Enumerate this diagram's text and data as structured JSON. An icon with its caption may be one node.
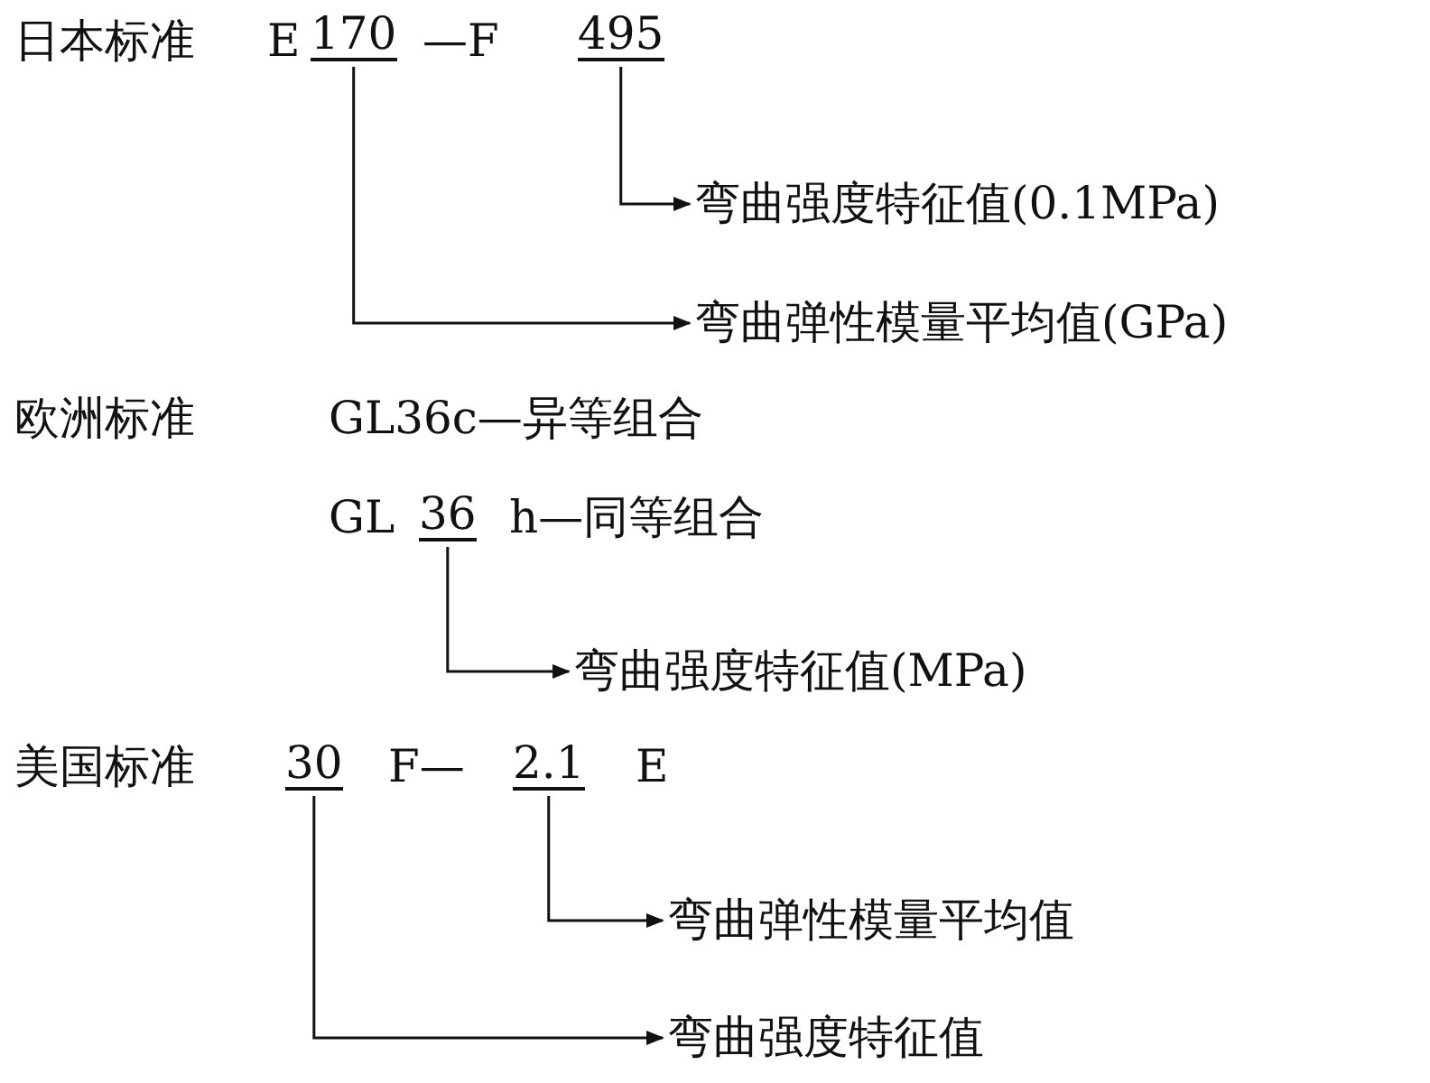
{
  "diagram": {
    "nodes": [
      {
        "text": [
          "170"
        ]
      },
      {
        "text": [
          "495"
        ]
      },
      {
        "text": [
          "弯曲强度特征值(0.1MPa)"
        ]
      },
      {
        "text": [
          "弯曲弹性模量平均值(GPa)"
        ]
      },
      {
        "text": [
          "36"
        ]
      },
      {
        "text": [
          "弯曲强度特征值(MPa)"
        ]
      },
      {
        "text": [
          "30"
        ]
      },
      {
        "text": [
          "2.1"
        ]
      },
      {
        "text": [
          "弯曲弹性模量平均值"
        ]
      },
      {
        "text": [
          "弯曲强度特征值"
        ]
      }
    ],
    "edges": [
      {
        "from": 1,
        "to": 2,
        "arrow": "to"
      },
      {
        "from": 0,
        "to": 3,
        "arrow": "to"
      },
      {
        "from": 4,
        "to": 5,
        "arrow": "to"
      },
      {
        "from": 7,
        "to": 8,
        "arrow": "to"
      },
      {
        "from": 6,
        "to": 9,
        "arrow": "to"
      }
    ],
    "labels": [
      "日本标准",
      "E",
      "—F",
      "欧洲标准",
      "GL36c—异等组合",
      "GL",
      "h—同等组合",
      "美国标准",
      "F—",
      "E"
    ]
  }
}
